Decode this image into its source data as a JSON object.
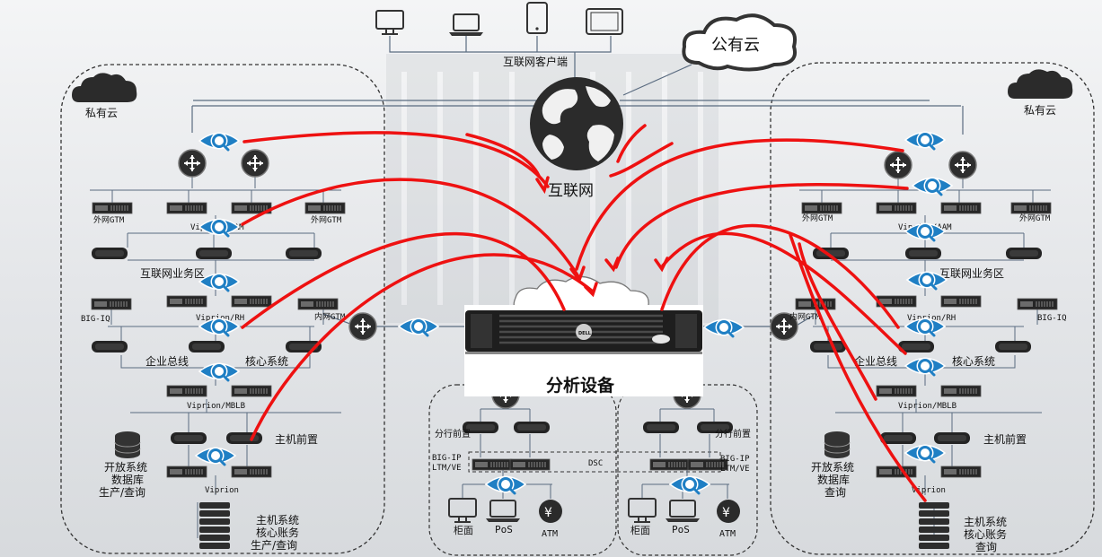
{
  "internet_clients": {
    "label": "互联网客户端"
  },
  "public_cloud": {
    "label": "公有云"
  },
  "internet": {
    "label": "互联网"
  },
  "analyzer": {
    "label": "分析设备",
    "badge": "DELL"
  },
  "left_dc": {
    "cloud_label": "私有云",
    "outer_gtm_left": "外网GTM",
    "outer_gtm_right": "外网GTM",
    "viprion_aam": "Viprion/AAM",
    "internet_zone": "互联网业务区",
    "bigiq": "BIG-IQ",
    "viprion_rh": "Viprion/RH",
    "inner_gtm": "内网GTM",
    "enterprise_bus": "企业总线",
    "core_system": "核心系统",
    "viprion_mblb": "Viprion/MBLB",
    "host_frontend": "主机前置",
    "open_system": [
      "开放系统",
      "数据库",
      "生产/查询"
    ],
    "viprion": "Viprion",
    "host_system": [
      "主机系统",
      "核心账务",
      "生产/查询"
    ]
  },
  "right_dc": {
    "cloud_label": "私有云",
    "outer_gtm_left": "外网GTM",
    "outer_gtm_right": "外网GTM",
    "viprion_aam": "Viprion/AAM",
    "internet_zone": "互联网业务区",
    "bigiq": "BIG-IQ",
    "viprion_rh": "Viprion/RH",
    "inner_gtm": "内网GTM",
    "enterprise_bus": "企业总线",
    "core_system": "核心系统",
    "viprion_mblb": "Viprion/MBLB",
    "host_frontend": "主机前置",
    "open_system": [
      "开放系统",
      "数据库",
      "查询"
    ],
    "viprion": "Viprion",
    "host_system": [
      "主机系统",
      "核心账务",
      "查询"
    ]
  },
  "branch_left": {
    "front": "分行前置",
    "bigip": "BIG-IP",
    "ltm": "LTM/VE",
    "counter": "柜面",
    "pos": "PoS",
    "atm": "ATM",
    "atm_symbol": "¥"
  },
  "branch_right": {
    "front": "分行前置",
    "bigip": "BIG-IP",
    "ltm": "LTM/VE",
    "counter": "柜面",
    "pos": "PoS",
    "atm": "ATM",
    "atm_symbol": "¥"
  },
  "dsc": {
    "label": "DSC"
  },
  "colors": {
    "flow": "#ee1111",
    "eye": "#1f7fc4",
    "device": "#2a2a2a"
  }
}
